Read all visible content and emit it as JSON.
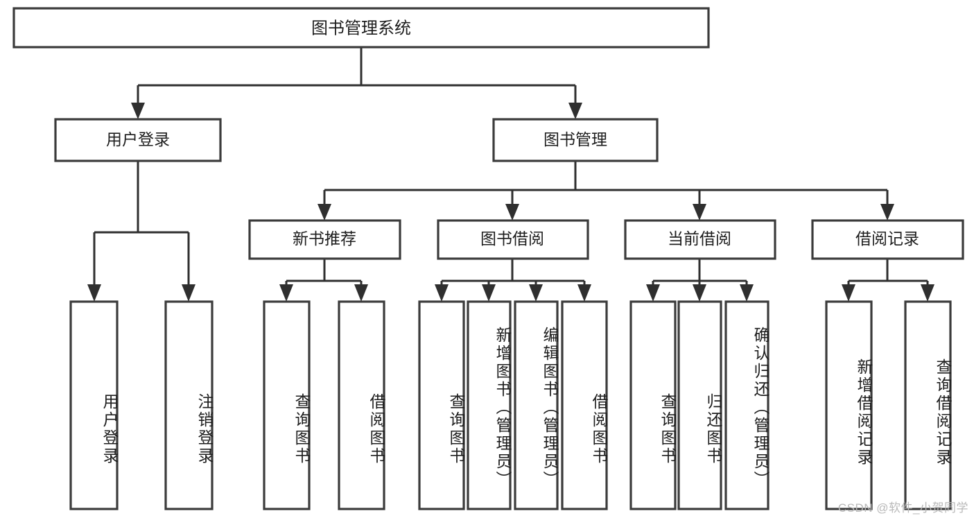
{
  "diagram": {
    "title": "图书管理系统",
    "watermark": "CSDN @软件_小贺同学",
    "root": {
      "id": "root",
      "label": "图书管理系统"
    },
    "level1": [
      {
        "id": "user-login",
        "label": "用户登录"
      },
      {
        "id": "book-manage",
        "label": "图书管理"
      }
    ],
    "level2": [
      {
        "id": "new-book-recommend",
        "label": "新书推荐",
        "parent": "book-manage"
      },
      {
        "id": "book-borrow",
        "label": "图书借阅",
        "parent": "book-manage"
      },
      {
        "id": "current-borrow",
        "label": "当前借阅",
        "parent": "book-manage"
      },
      {
        "id": "borrow-record",
        "label": "借阅记录",
        "parent": "book-manage"
      }
    ],
    "leaves": [
      {
        "id": "leaf-user-login",
        "label": "用户登录",
        "parent": "user-login"
      },
      {
        "id": "leaf-logout",
        "label": "注销登录",
        "parent": "user-login"
      },
      {
        "id": "leaf-query-book-1",
        "label": "查询图书",
        "parent": "new-book-recommend"
      },
      {
        "id": "leaf-borrow-book-1",
        "label": "借阅图书",
        "parent": "new-book-recommend"
      },
      {
        "id": "leaf-query-book-2",
        "label": "查询图书",
        "parent": "book-borrow"
      },
      {
        "id": "leaf-add-book",
        "label": "新增图书（管理员）",
        "parent": "book-borrow"
      },
      {
        "id": "leaf-edit-book",
        "label": "编辑图书（管理员）",
        "parent": "book-borrow"
      },
      {
        "id": "leaf-borrow-book-2",
        "label": "借阅图书",
        "parent": "book-borrow"
      },
      {
        "id": "leaf-query-book-3",
        "label": "查询图书",
        "parent": "current-borrow"
      },
      {
        "id": "leaf-return-book",
        "label": "归还图书",
        "parent": "current-borrow"
      },
      {
        "id": "leaf-confirm-return",
        "label": "确认归还（管理员）",
        "parent": "current-borrow"
      },
      {
        "id": "leaf-add-record",
        "label": "新增借阅记录",
        "parent": "borrow-record"
      },
      {
        "id": "leaf-query-record",
        "label": "查询借阅记录",
        "parent": "borrow-record"
      }
    ],
    "colors": {
      "stroke": "#3b3b3b",
      "line": "#2f2f2f",
      "fill": "#ffffff",
      "text": "#1d1d1d",
      "watermark": "#b9b9b9"
    }
  }
}
